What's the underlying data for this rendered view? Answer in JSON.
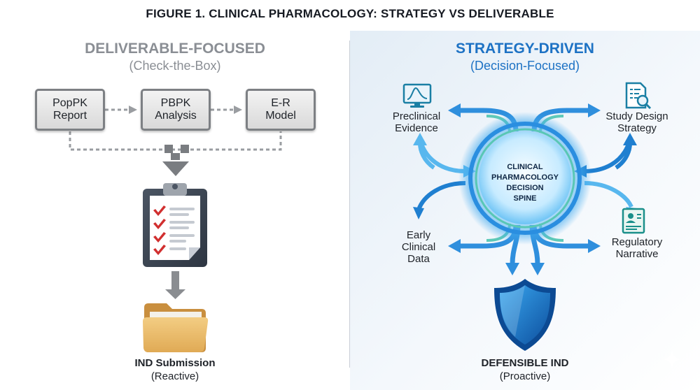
{
  "figure_title": "FIGURE 1. CLINICAL PHARMACOLOGY: STRATEGY VS DELIVERABLE",
  "left": {
    "heading": "DELIVERABLE-FOCUSED",
    "subheading": "(Check-the-Box)",
    "boxes": [
      "PopPK\nReport",
      "PBPK\nAnalysis",
      "E-R\nModel"
    ],
    "outcome_label": "IND Submission",
    "outcome_sub": "(Reactive)",
    "icons": [
      "clipboard-checklist-icon",
      "folder-icon"
    ]
  },
  "right": {
    "heading": "STRATEGY-DRIVEN",
    "subheading": "(Decision-Focused)",
    "hub_lines": [
      "CLINICAL",
      "PHARMACOLOGY",
      "DECISION",
      "SPINE"
    ],
    "nodes": {
      "preclinical": "Preclinical\nEvidence",
      "study_design": "Study Design\nStrategy",
      "early_clinical": "Early\nClinical\nData",
      "regulatory": "Regulatory\nNarrative"
    },
    "outcome_label": "DEFENSIBLE IND",
    "outcome_sub": "(Proactive)",
    "icons": [
      "monitor-chart-icon",
      "document-search-icon",
      "certificate-icon",
      "shield-icon"
    ]
  },
  "colors": {
    "accent_blue": "#1d72c4",
    "gray_text": "#8a8e94",
    "check_red": "#d12f2f",
    "folder_tan": "#e8b968"
  }
}
